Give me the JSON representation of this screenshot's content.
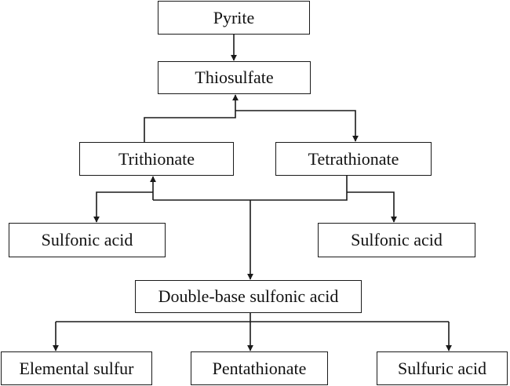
{
  "diagram": {
    "nodes": {
      "pyrite": "Pyrite",
      "thiosulfate": "Thiosulfate",
      "trithionate": "Trithionate",
      "tetrathionate": "Tetrathionate",
      "sulfonic_acid_left": "Sulfonic acid",
      "sulfonic_acid_right": "Sulfonic acid",
      "double_base_sulfonic_acid": "Double-base sulfonic acid",
      "elemental_sulfur": "Elemental sulfur",
      "pentathionate": "Pentathionate",
      "sulfuric_acid": "Sulfuric acid"
    },
    "edges": [
      {
        "from": "Pyrite",
        "to": "Thiosulfate"
      },
      {
        "from": "Trithionate",
        "to": "Thiosulfate"
      },
      {
        "from": "Thiosulfate",
        "to": "Tetrathionate"
      },
      {
        "from": "Tetrathionate",
        "to": "Trithionate"
      },
      {
        "from": "Tetrathionate",
        "to": "Sulfonic acid"
      },
      {
        "from": "Tetrathionate",
        "to": "Sulfonic acid"
      },
      {
        "from": "Tetrathionate",
        "to": "Double-base sulfonic acid"
      },
      {
        "from": "Double-base sulfonic acid",
        "to": "Elemental sulfur"
      },
      {
        "from": "Double-base sulfonic acid",
        "to": "Pentathionate"
      },
      {
        "from": "Double-base sulfonic acid",
        "to": "Sulfuric acid"
      }
    ],
    "colors": {
      "line": "#1a1a1a",
      "text": "#111111",
      "background": "#ffffff"
    }
  }
}
